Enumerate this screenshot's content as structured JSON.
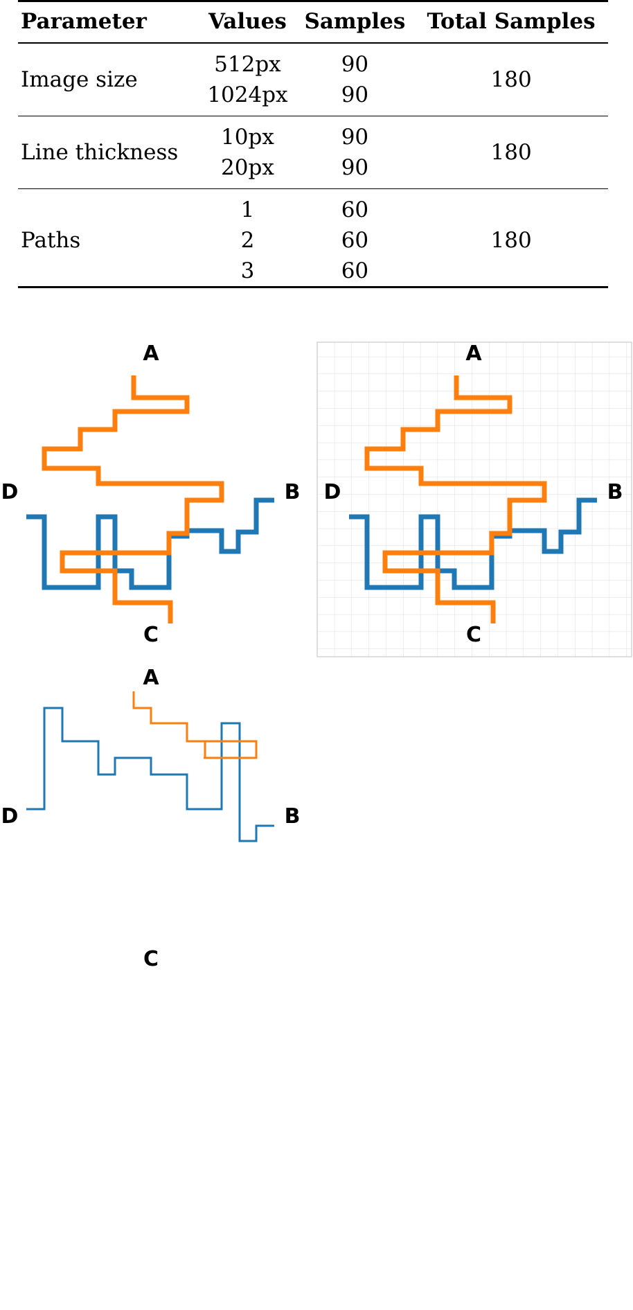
{
  "table": {
    "headers": [
      "Parameter",
      "Values",
      "Samples",
      "Total Samples"
    ],
    "groups": [
      {
        "parameter": "Image size",
        "values": [
          "512px",
          "1024px"
        ],
        "samples": [
          "90",
          "90"
        ],
        "total": "180"
      },
      {
        "parameter": "Line thickness",
        "values": [
          "10px",
          "20px"
        ],
        "samples": [
          "90",
          "90"
        ],
        "total": "180"
      },
      {
        "parameter": "Paths",
        "values": [
          "1",
          "2",
          "3"
        ],
        "samples": [
          "60",
          "60",
          "60"
        ],
        "total": "180"
      }
    ]
  },
  "figure": {
    "labels": {
      "a": "A",
      "b": "B",
      "c": "C",
      "d": "D"
    },
    "colors": {
      "blue": "#1f77b4",
      "orange": "#ff7f0e",
      "green": "#2ca02c",
      "red": "#d62728",
      "purple": "#9467bd",
      "brown": "#8c564b",
      "grid": "#dcdcdc"
    },
    "panels": [
      {
        "row": 1,
        "grid": false
      },
      {
        "row": 1,
        "grid": true
      },
      {
        "row": 2,
        "grid": false
      },
      {
        "row": 2,
        "grid": true
      },
      {
        "row": 3,
        "grid": false
      },
      {
        "row": 3,
        "grid": true
      }
    ]
  }
}
